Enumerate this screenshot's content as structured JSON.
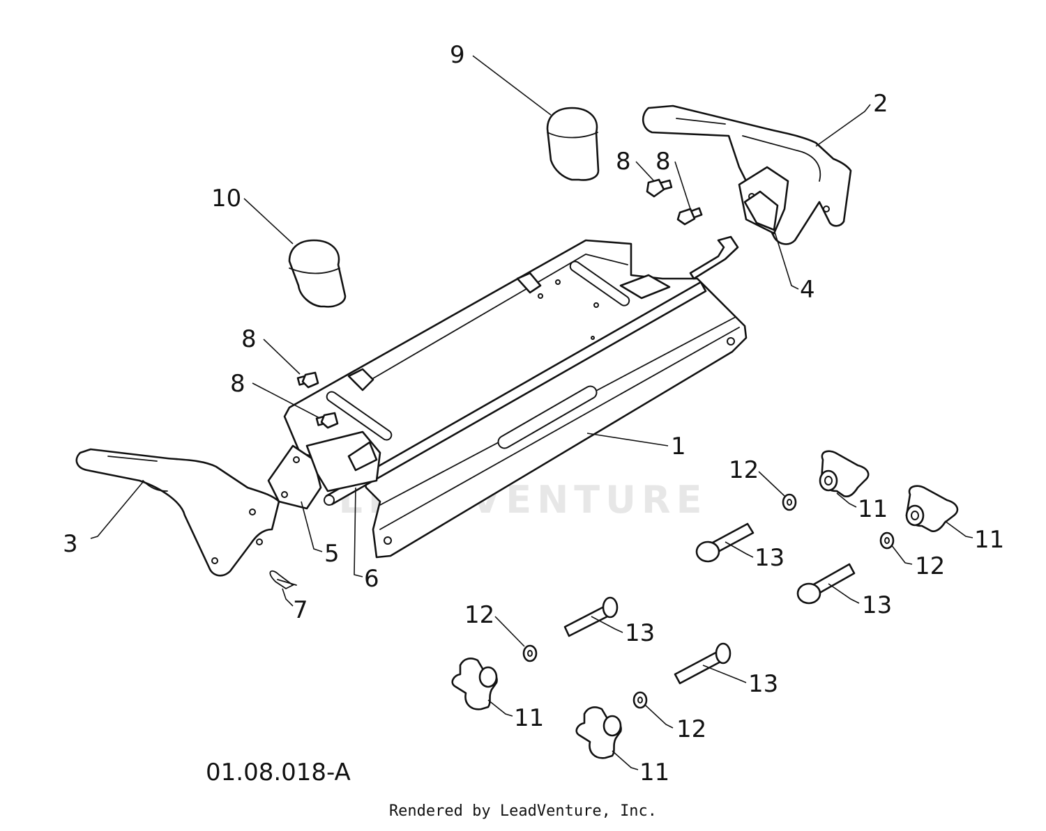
{
  "callouts": [
    {
      "id": "c1",
      "label": "1"
    },
    {
      "id": "c2",
      "label": "2"
    },
    {
      "id": "c3",
      "label": "3"
    },
    {
      "id": "c4",
      "label": "4"
    },
    {
      "id": "c5",
      "label": "5"
    },
    {
      "id": "c6",
      "label": "6"
    },
    {
      "id": "c7",
      "label": "7"
    },
    {
      "id": "c8a",
      "label": "8"
    },
    {
      "id": "c8b",
      "label": "8"
    },
    {
      "id": "c8c",
      "label": "8"
    },
    {
      "id": "c8d",
      "label": "8"
    },
    {
      "id": "c9",
      "label": "9"
    },
    {
      "id": "c10",
      "label": "10"
    },
    {
      "id": "c11a",
      "label": "11"
    },
    {
      "id": "c11b",
      "label": "11"
    },
    {
      "id": "c11c",
      "label": "11"
    },
    {
      "id": "c11d",
      "label": "11"
    },
    {
      "id": "c12a",
      "label": "12"
    },
    {
      "id": "c12b",
      "label": "12"
    },
    {
      "id": "c12c",
      "label": "12"
    },
    {
      "id": "c12d",
      "label": "12"
    },
    {
      "id": "c13a",
      "label": "13"
    },
    {
      "id": "c13b",
      "label": "13"
    },
    {
      "id": "c13c",
      "label": "13"
    },
    {
      "id": "c13d",
      "label": "13"
    }
  ],
  "diagram_code": "01.08.018-A",
  "watermark": "LEADVENTURE",
  "footer": "Rendered by LeadVenture, Inc."
}
